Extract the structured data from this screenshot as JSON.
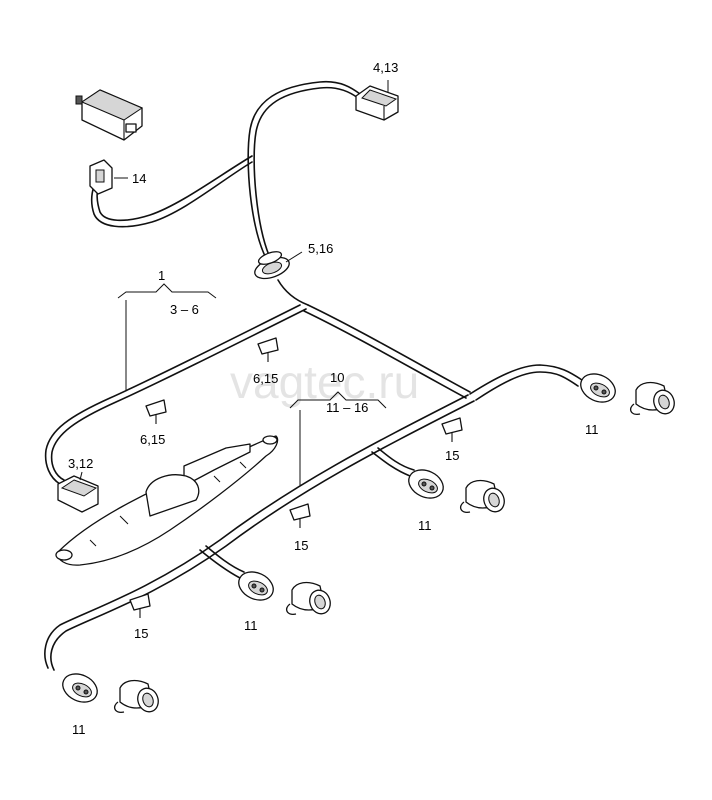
{
  "watermark": "vagtec.ru",
  "labels": {
    "l_4_13": "4,13",
    "l_14": "14",
    "l_5_16": "5,16",
    "l_1": "1",
    "l_3_6": "3 – 6",
    "l_6_15_a": "6,15",
    "l_6_15_b": "6,15",
    "l_10": "10",
    "l_11_16": "11 – 16",
    "l_3_12": "3,12",
    "l_11_a": "11",
    "l_11_b": "11",
    "l_11_c": "11",
    "l_11_d": "11",
    "l_15_a": "15",
    "l_15_b": "15",
    "l_15_c": "15"
  },
  "icons": [
    "control-unit-icon",
    "connector-icon",
    "grommet-icon",
    "sensor-icon",
    "clip-icon",
    "bumper-bracket-icon"
  ]
}
